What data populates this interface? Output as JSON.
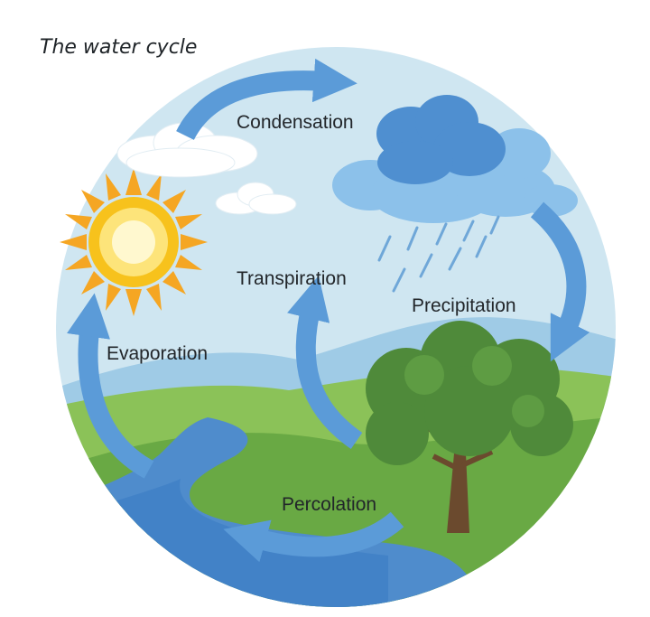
{
  "title": "The water cycle",
  "stages": {
    "condensation": "Condensation",
    "precipitation": "Precipitation",
    "transpiration": "Transpiration",
    "evaporation": "Evaporation",
    "percolation": "Percolation"
  },
  "colors": {
    "sky": "#cfe6f1",
    "arrow": "#5b9bd8",
    "hill": "#7cbc4c",
    "grass": "#5e9f3b",
    "river": "#3f7fc6",
    "sun": "#f7c21c",
    "cloud_dark": "#4f8fd0",
    "tree": "#4f8a3a",
    "trunk": "#6b4a2e"
  }
}
